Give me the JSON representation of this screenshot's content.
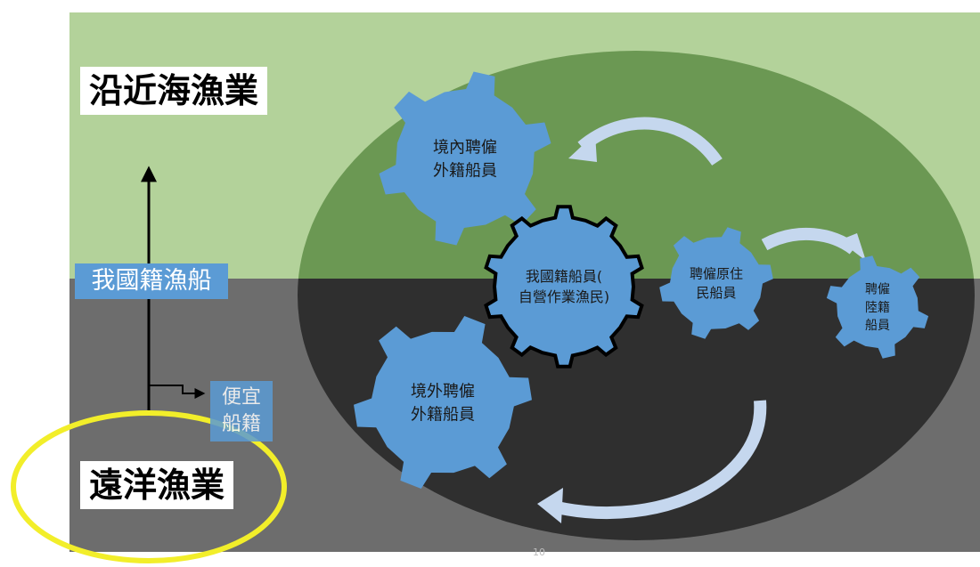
{
  "labels": {
    "coastal": "沿近海漁業",
    "national_vessel": "我國籍漁船",
    "flag_convenience": "便宜船籍",
    "distant_water": "遠洋漁業"
  },
  "gears": {
    "domestic_foreign": "境內聘僱外籍船員",
    "national_crew": "我國籍船員(自營作業漁民)",
    "indigenous": "聘僱原住民船員",
    "mainland": "聘僱陸籍船員",
    "overseas_foreign": "境外聘僱外籍船員"
  },
  "page_number": "10",
  "colors": {
    "top_band": "#b3d29a",
    "bottom_band": "#6d6d6d",
    "ellipse_top": "#6b9853",
    "ellipse_bottom": "#2f2f2f",
    "gear": "#5b9bd5",
    "arrow": "#c5d7ee",
    "highlight": "#f2ee2a"
  }
}
